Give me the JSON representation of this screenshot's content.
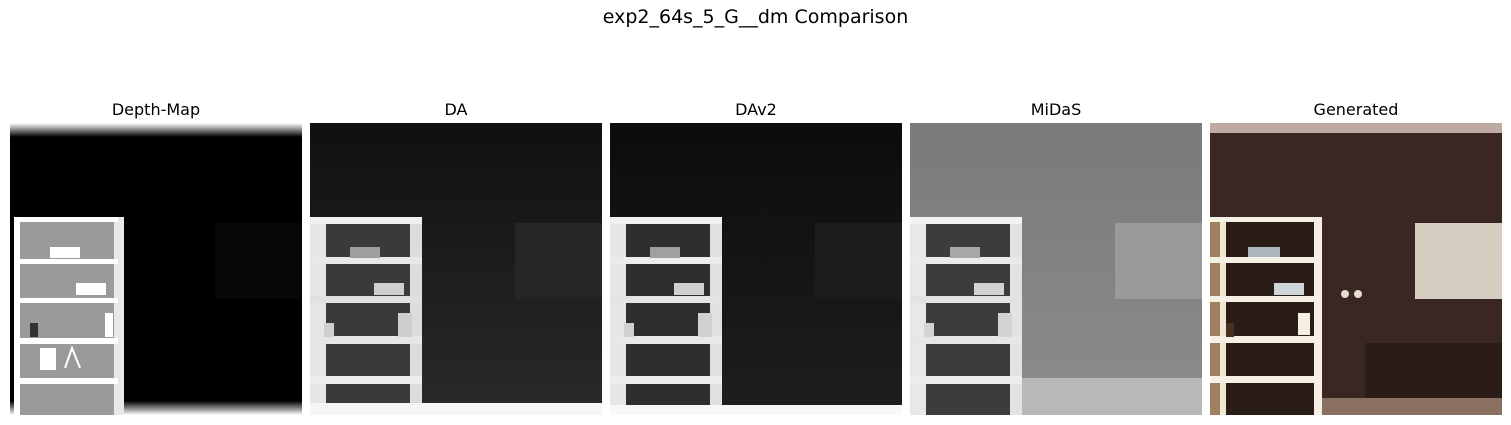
{
  "figure": {
    "title": "exp2_64s_5_G__dm Comparison"
  },
  "panels": [
    {
      "label": "Depth-Map",
      "style": "depth-map"
    },
    {
      "label": "DA",
      "style": "da"
    },
    {
      "label": "DAv2",
      "style": "dav2"
    },
    {
      "label": "MiDaS",
      "style": "midas"
    },
    {
      "label": "Generated",
      "style": "generated"
    }
  ]
}
